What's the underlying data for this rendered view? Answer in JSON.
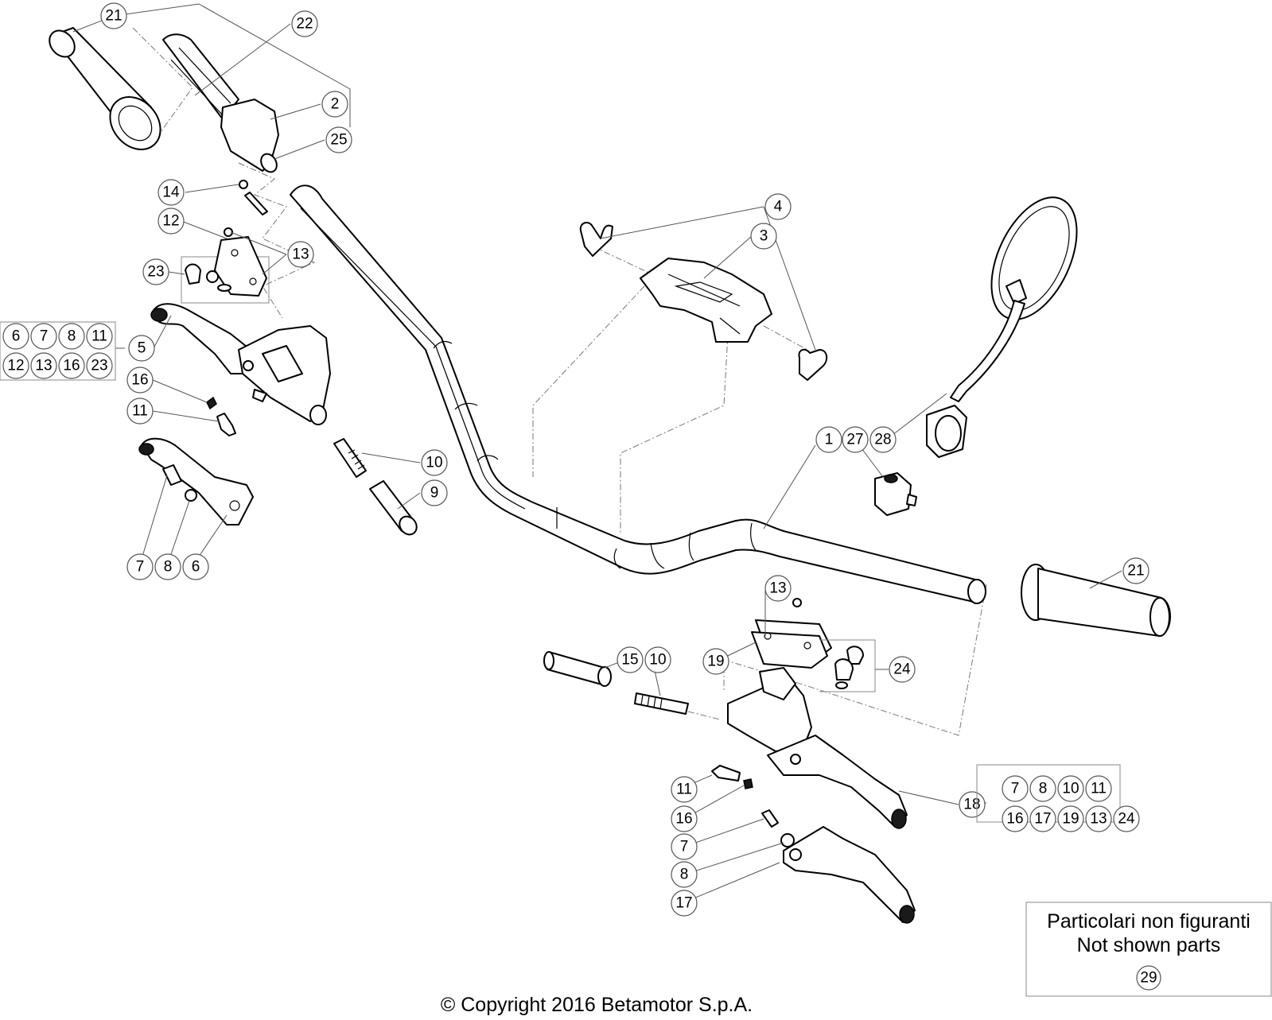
{
  "callouts": [
    {
      "id": "c21a",
      "label": "21"
    },
    {
      "id": "c22",
      "label": "22"
    },
    {
      "id": "c2",
      "label": "2"
    },
    {
      "id": "c25",
      "label": "25"
    },
    {
      "id": "c14",
      "label": "14"
    },
    {
      "id": "c12",
      "label": "12"
    },
    {
      "id": "c13a",
      "label": "13"
    },
    {
      "id": "c23",
      "label": "23"
    },
    {
      "id": "c5",
      "label": "5"
    },
    {
      "id": "c16a",
      "label": "16"
    },
    {
      "id": "c11a",
      "label": "11"
    },
    {
      "id": "c10a",
      "label": "10"
    },
    {
      "id": "c9",
      "label": "9"
    },
    {
      "id": "c7a",
      "label": "7"
    },
    {
      "id": "c8a",
      "label": "8"
    },
    {
      "id": "c6",
      "label": "6"
    },
    {
      "id": "c4",
      "label": "4"
    },
    {
      "id": "c3",
      "label": "3"
    },
    {
      "id": "c1",
      "label": "1"
    },
    {
      "id": "c27",
      "label": "27"
    },
    {
      "id": "c28",
      "label": "28"
    },
    {
      "id": "c21b",
      "label": "21"
    },
    {
      "id": "c13b",
      "label": "13"
    },
    {
      "id": "c19",
      "label": "19"
    },
    {
      "id": "c24",
      "label": "24"
    },
    {
      "id": "c15",
      "label": "15"
    },
    {
      "id": "c10b",
      "label": "10"
    },
    {
      "id": "c11b",
      "label": "11"
    },
    {
      "id": "c16b",
      "label": "16"
    },
    {
      "id": "c18",
      "label": "18"
    },
    {
      "id": "c7b",
      "label": "7"
    },
    {
      "id": "c8b",
      "label": "8"
    },
    {
      "id": "c17",
      "label": "17"
    }
  ],
  "kit_left": {
    "row1": [
      "6",
      "7",
      "8",
      "11"
    ],
    "row2": [
      "12",
      "13",
      "16",
      "23"
    ]
  },
  "kit_right": {
    "row1": [
      "7",
      "8",
      "10",
      "11"
    ],
    "row2": [
      "16",
      "17",
      "19",
      "13",
      "24"
    ]
  },
  "note": {
    "line1": "Particolari non figuranti",
    "line2": "Not shown parts",
    "part": "29"
  },
  "copyright": "© Copyright 2016 Betamotor S.p.A."
}
